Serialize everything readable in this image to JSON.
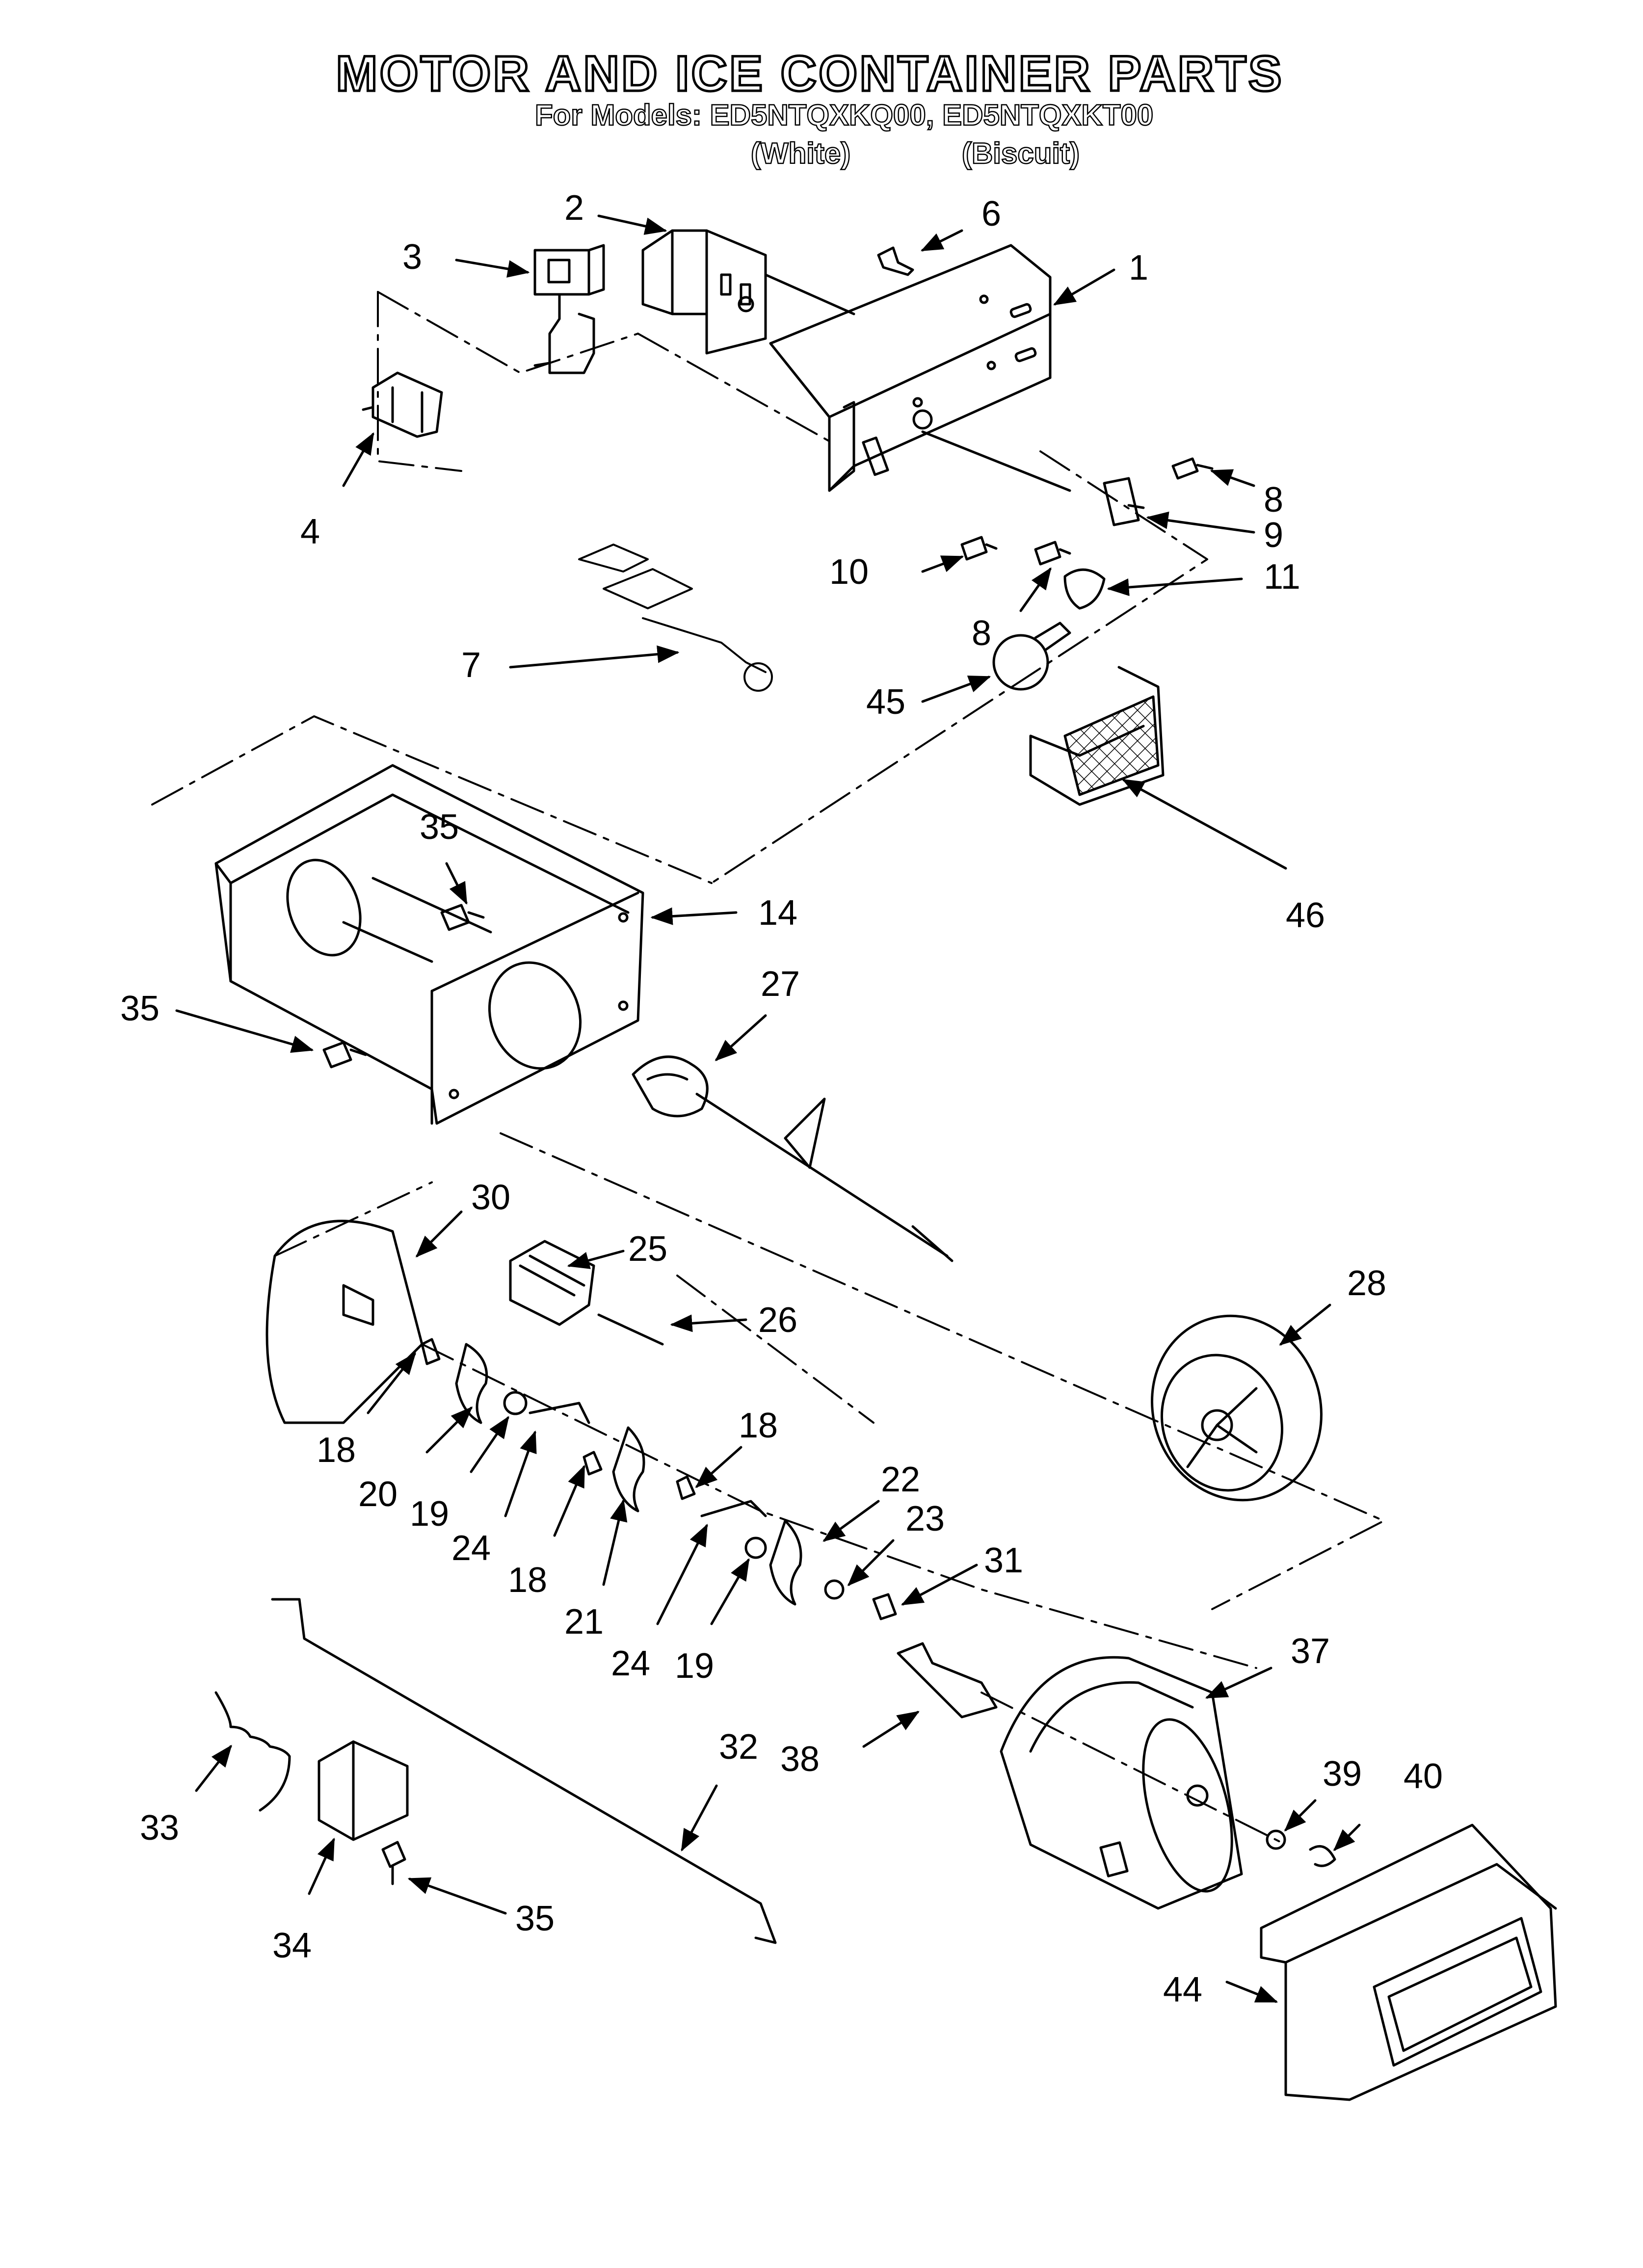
{
  "header": {
    "title": "MOTOR AND ICE CONTAINER PARTS",
    "models_line": "For Models: ED5NTQXKQ00, ED5NTQXKT00",
    "color_white": "(White)",
    "color_biscuit": "(Biscuit)"
  },
  "callouts": [
    {
      "id": "c2",
      "text": "2"
    },
    {
      "id": "c6",
      "text": "6"
    },
    {
      "id": "c3",
      "text": "3"
    },
    {
      "id": "c1",
      "text": "1"
    },
    {
      "id": "c4",
      "text": "4"
    },
    {
      "id": "c8a",
      "text": "8"
    },
    {
      "id": "c9",
      "text": "9"
    },
    {
      "id": "c10",
      "text": "10"
    },
    {
      "id": "c11",
      "text": "11"
    },
    {
      "id": "c8b",
      "text": "8"
    },
    {
      "id": "c7",
      "text": "7"
    },
    {
      "id": "c45",
      "text": "45"
    },
    {
      "id": "c35a",
      "text": "35"
    },
    {
      "id": "c14",
      "text": "14"
    },
    {
      "id": "c46",
      "text": "46"
    },
    {
      "id": "c27",
      "text": "27"
    },
    {
      "id": "c35b",
      "text": "35"
    },
    {
      "id": "c30",
      "text": "30"
    },
    {
      "id": "c25",
      "text": "25"
    },
    {
      "id": "c28",
      "text": "28"
    },
    {
      "id": "c26",
      "text": "26"
    },
    {
      "id": "c18a",
      "text": "18"
    },
    {
      "id": "c18b",
      "text": "18"
    },
    {
      "id": "c20",
      "text": "20"
    },
    {
      "id": "c19a",
      "text": "19"
    },
    {
      "id": "c22",
      "text": "22"
    },
    {
      "id": "c23",
      "text": "23"
    },
    {
      "id": "c24a",
      "text": "24"
    },
    {
      "id": "c18c",
      "text": "18"
    },
    {
      "id": "c31",
      "text": "31"
    },
    {
      "id": "c21",
      "text": "21"
    },
    {
      "id": "c37",
      "text": "37"
    },
    {
      "id": "c24b",
      "text": "24"
    },
    {
      "id": "c19b",
      "text": "19"
    },
    {
      "id": "c32",
      "text": "32"
    },
    {
      "id": "c38",
      "text": "38"
    },
    {
      "id": "c39",
      "text": "39"
    },
    {
      "id": "c40",
      "text": "40"
    },
    {
      "id": "c33",
      "text": "33"
    },
    {
      "id": "c35c",
      "text": "35"
    },
    {
      "id": "c34",
      "text": "34"
    },
    {
      "id": "c44",
      "text": "44"
    }
  ]
}
